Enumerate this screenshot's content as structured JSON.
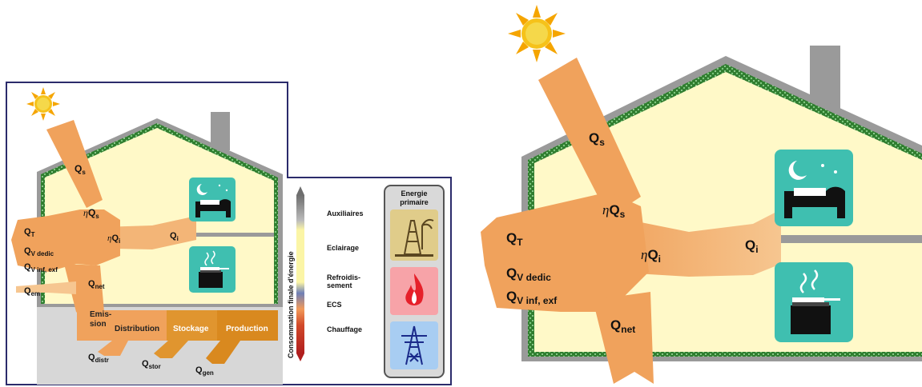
{
  "left_diagram": {
    "symbols": {
      "qs": "Q",
      "qs_sub": "s",
      "eta_qs": "Q",
      "eta_qs_sub": "s",
      "eta_qi": "Q",
      "eta_qi_sub": "i",
      "qi": "Q",
      "qi_sub": "i",
      "qt": "Q",
      "qt_sub": "T",
      "qv_dedic": "Q",
      "qv_dedic_sub": "V dedic",
      "qv_inf": "Q",
      "qv_inf_sub": "V inf, exf",
      "qnet": "Q",
      "qnet_sub": "net",
      "qem": "Q",
      "qem_sub": "em",
      "qdistr": "Q",
      "qdistr_sub": "distr",
      "qstor": "Q",
      "qstor_sub": "stor",
      "qgen": "Q",
      "qgen_sub": "gen",
      "eta": "η"
    },
    "stages": {
      "emission_1": "Emis-",
      "emission_2": "sion",
      "distribution": "Distribution",
      "stockage": "Stockage",
      "production": "Production"
    },
    "final_energy_axis": "Consommation finale d'énergie",
    "final_energy_legend": [
      {
        "label": "Auxiliaires",
        "color": "#6e6e6e"
      },
      {
        "label": "Eclairage",
        "color": "#fbf5a6"
      },
      {
        "label_1": "Refroidis-",
        "label_2": "sement",
        "color": "#6f7fb6"
      },
      {
        "label": "ECS",
        "color": "#f29a59"
      },
      {
        "label": "Chauffage",
        "color": "#c4261e"
      }
    ],
    "primary_energy_title_1": "Energie",
    "primary_energy_title_2": "primaire",
    "primary_energy_icons": [
      "oil-well-icon",
      "flame-icon",
      "power-pylon-icon"
    ]
  },
  "right_diagram": {
    "symbols": {
      "qs": "Q",
      "qs_sub": "s",
      "eta_qs": "Q",
      "eta_qs_sub": "s",
      "eta_qi": "Q",
      "eta_qi_sub": "i",
      "qi": "Q",
      "qi_sub": "i",
      "qt": "Q",
      "qt_sub": "T",
      "qv_dedic": "Q",
      "qv_dedic_sub": "V dedic",
      "qv_inf": "Q",
      "qv_inf_sub": "V inf, exf",
      "qnet": "Q",
      "qnet_sub": "net",
      "eta": "η"
    }
  },
  "colors": {
    "flow_orange": "#f0a25c",
    "flow_light": "#f6c690",
    "house_fill": "#fff9c8",
    "wall_gray": "#9a9a9a",
    "green_insulation": "#2f7d2f",
    "teal_room": "#3fbfb0",
    "frame_navy": "#2b2b6b",
    "stage_orange": "#e0952f"
  }
}
